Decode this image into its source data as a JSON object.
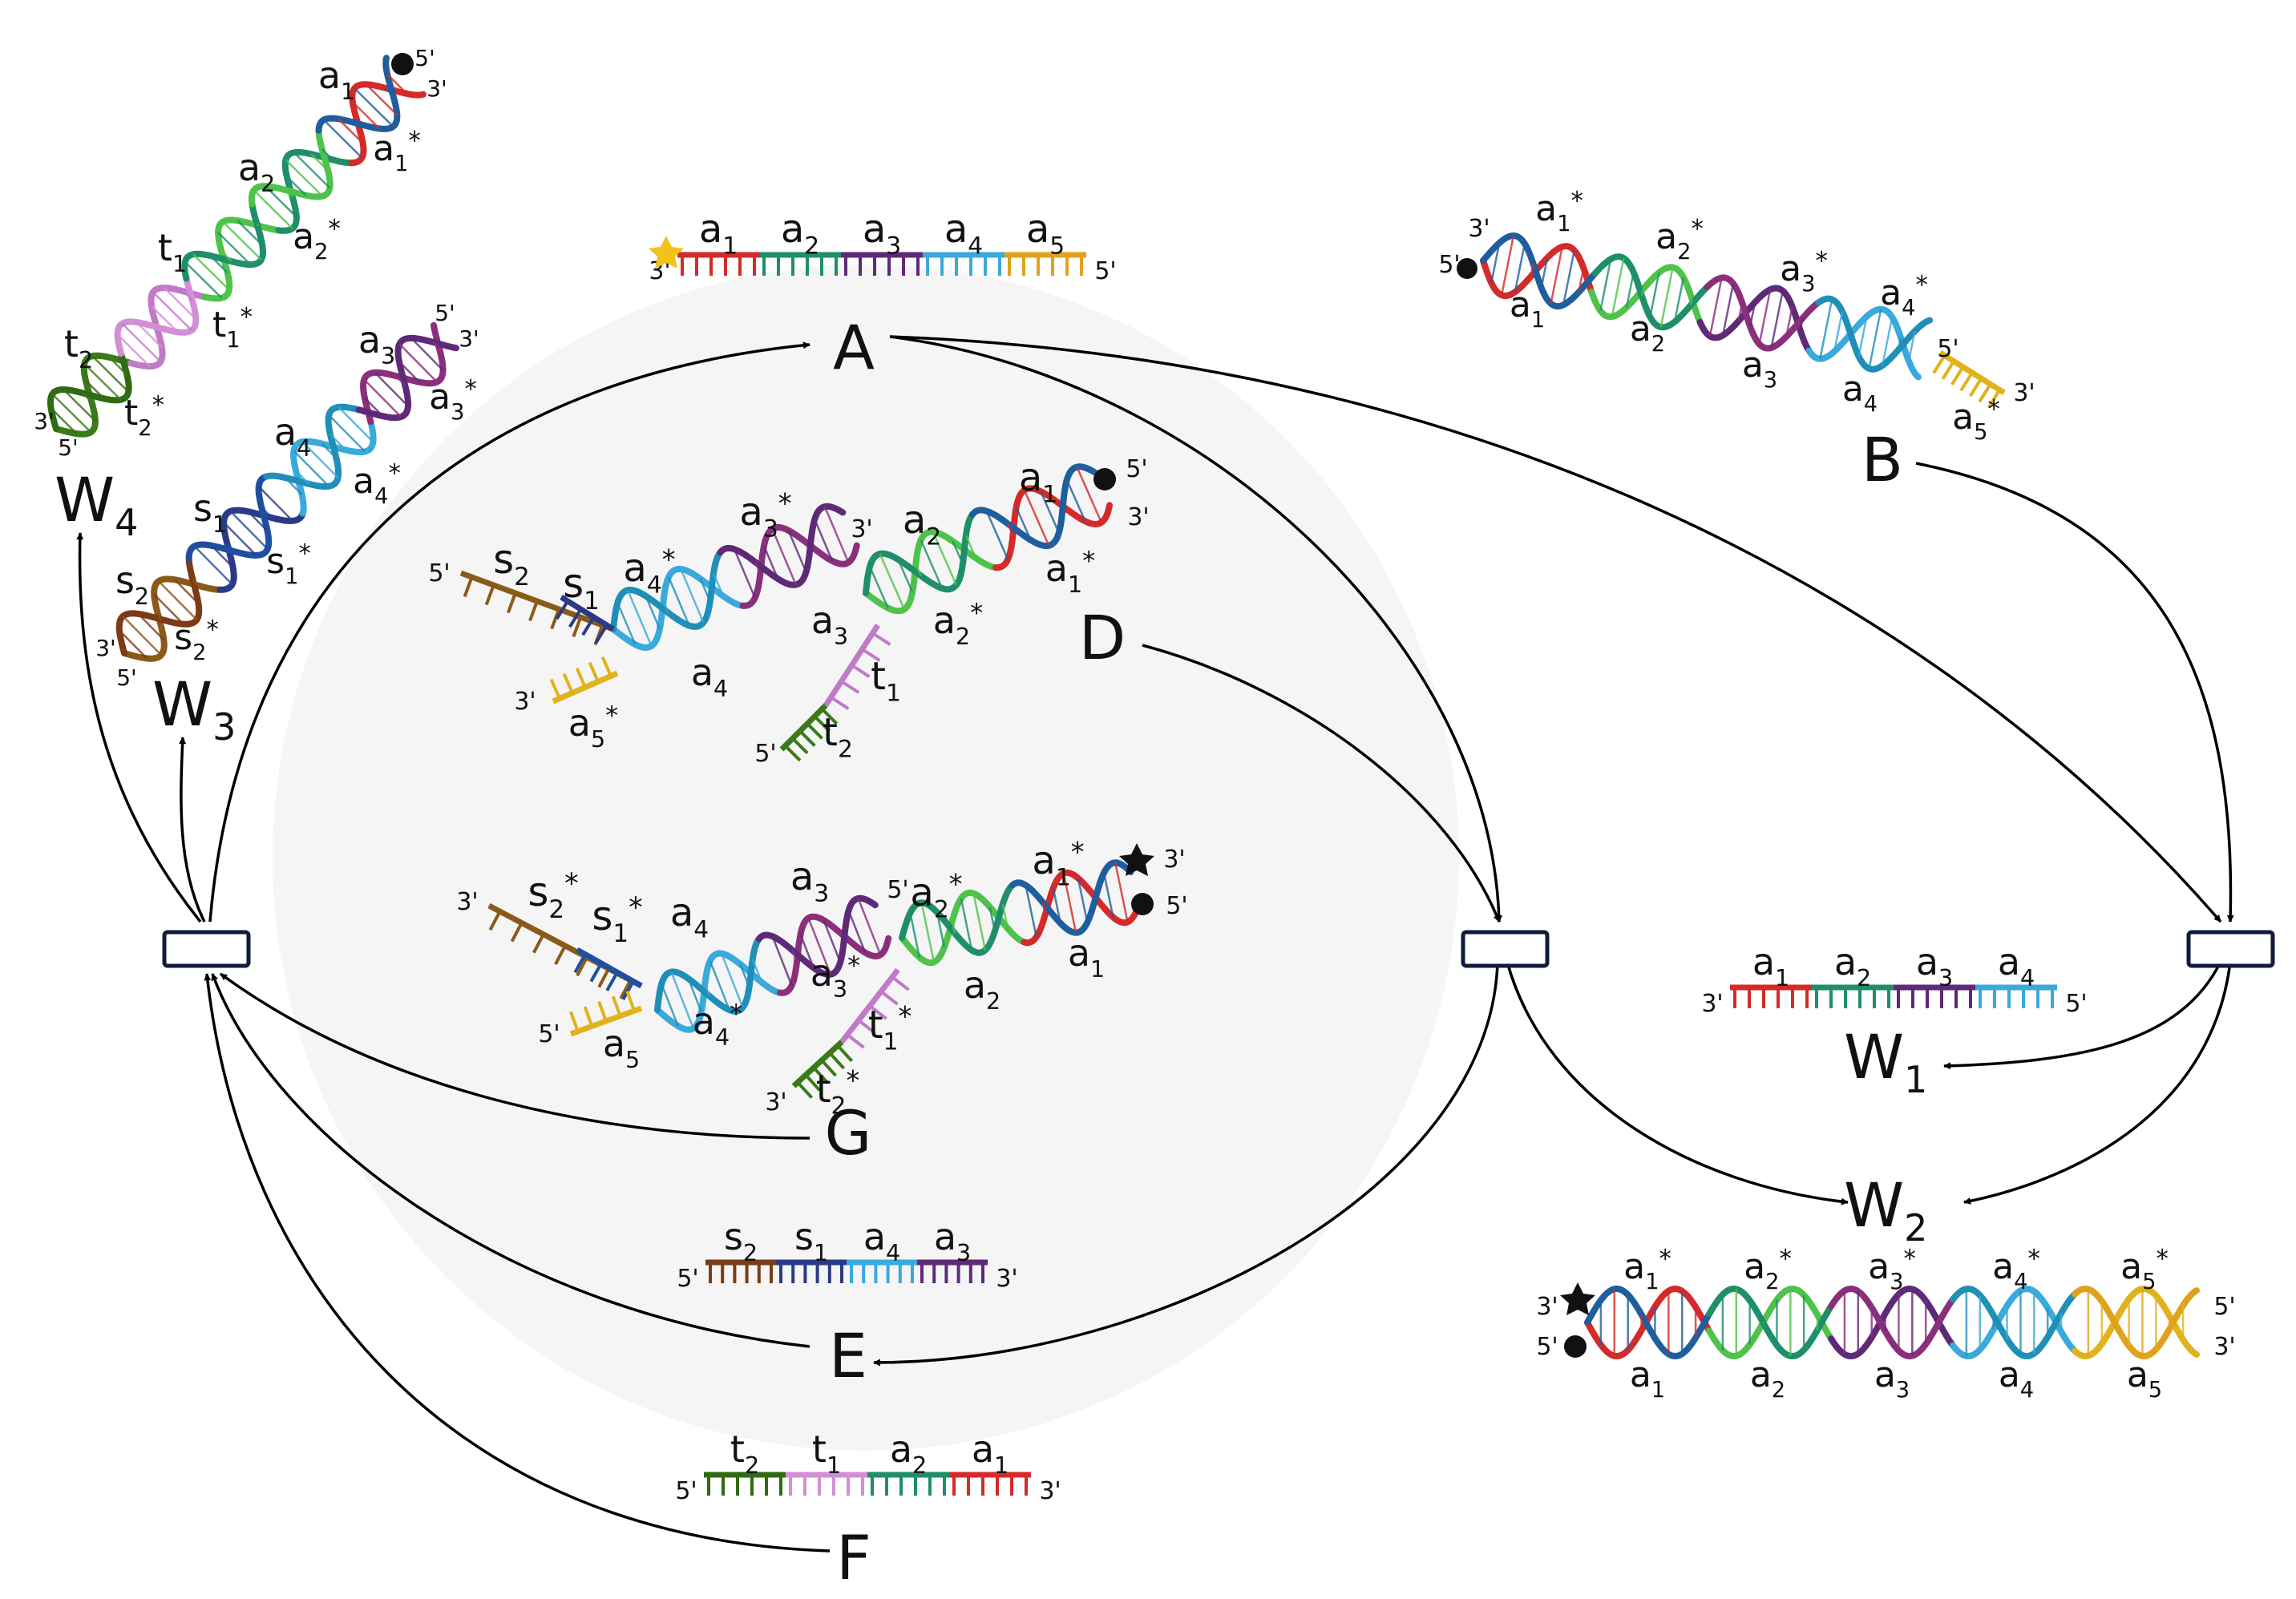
{
  "species": {
    "A": "A",
    "B": "B",
    "D": "D",
    "E": "E",
    "F": "F",
    "G": "G",
    "W1": "W",
    "W1_sub": "1",
    "W2": "W",
    "W2_sub": "2",
    "W3": "W",
    "W3_sub": "3",
    "W4": "W",
    "W4_sub": "4"
  },
  "ends": {
    "p3": "3'",
    "p5": "5'"
  },
  "domains": {
    "a1": "a",
    "a2": "a",
    "a3": "a",
    "a4": "a",
    "a5": "a",
    "s1": "s",
    "s2": "s",
    "t1": "t",
    "t2": "t",
    "n1": "1",
    "n2": "2",
    "n3": "3",
    "n4": "4",
    "n5": "5",
    "star": "*"
  },
  "strand_A": [
    "a1",
    "a2",
    "a3",
    "a4",
    "a5"
  ],
  "strand_W1": [
    "a1",
    "a2",
    "a3",
    "a4"
  ],
  "strand_E": [
    "s2",
    "s1",
    "a4",
    "a3"
  ],
  "strand_F": [
    "t2",
    "t1",
    "a2",
    "a1"
  ],
  "colors": {
    "a1": "#d42a2a",
    "a2": "#1e8f6a",
    "a3": "#5e2a78",
    "a4": "#3aa9dc",
    "a5": "#e0a21c",
    "s1": "#2a3a86",
    "s2": "#7a3b16",
    "t1": "#d38fd6",
    "t2": "#2f6b12",
    "a1c": "#1f5e9e",
    "a2c": "#4fc24a",
    "a3c": "#8a2f7c",
    "a4c": "#1f8fb8",
    "a5c": "#e0b21c",
    "s1c": "#1f4fa0",
    "s2c": "#8a5a1a",
    "t1c": "#c07ac8",
    "t2c": "#3a7a1a",
    "fluor": "#f2c21a",
    "quencher": "#111111",
    "node_fill": "#ffffff",
    "node_stroke": "#111a3a",
    "halo": "#f5f5f5"
  }
}
